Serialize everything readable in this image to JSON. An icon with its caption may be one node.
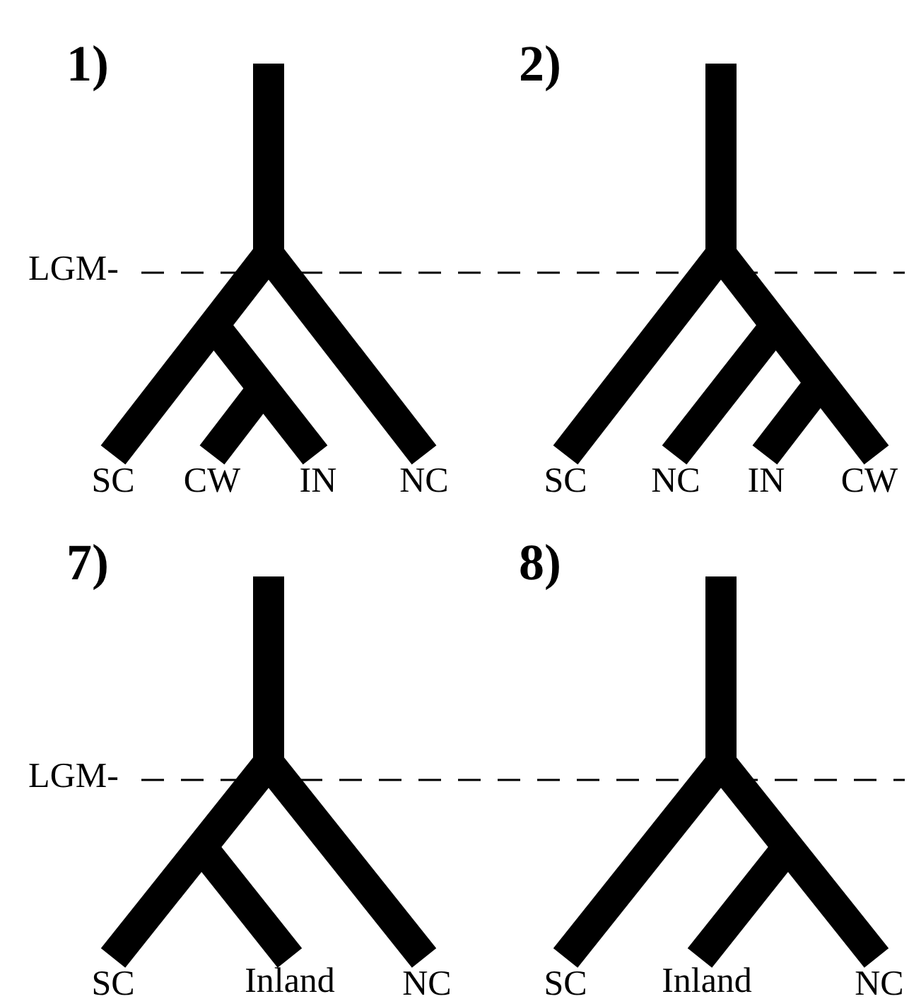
{
  "diagram": {
    "labels": [
      "1)",
      "2)",
      "LGM-",
      "SC",
      "CW",
      "IN",
      "NC",
      "SC",
      "NC",
      "IN",
      "CW",
      "7)",
      "8)",
      "LGM-",
      "SC",
      "Inland",
      "NC",
      "SC",
      "Inland",
      "NC"
    ]
  }
}
